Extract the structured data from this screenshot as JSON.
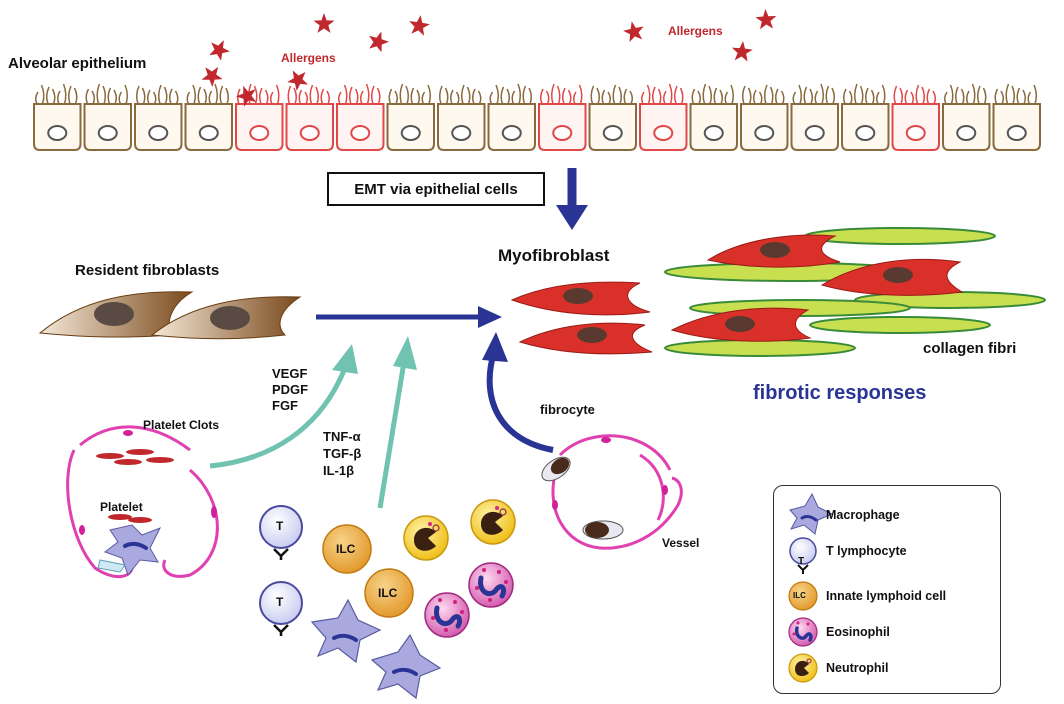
{
  "labels": {
    "alveolar_epithelium": "Alveolar epithelium",
    "allergens_left": "Allergens",
    "allergens_right": "Allergens",
    "emt": "EMT via epithelial cells",
    "myofibroblast": "Myofibroblast",
    "resident_fibroblasts": "Resident fibroblasts",
    "collagen": "collagen fibri",
    "fibrotic": "fibrotic responses",
    "growth_factors": [
      "VEGF",
      "PDGF",
      "FGF"
    ],
    "cytokines": [
      "TNF-α",
      "TGF-β",
      "IL-1β"
    ],
    "platelet_clots": "Platelet Clots",
    "platelet": "Platelet",
    "fibrocyte": "fibrocyte",
    "vessel": "Vessel",
    "t_cell": "T",
    "ilc": "ILC"
  },
  "legend": [
    {
      "key": "macrophage",
      "label": "Macrophage"
    },
    {
      "key": "t_lymphocyte",
      "label": "T lymphocyte",
      "glyph": "T"
    },
    {
      "key": "ilc",
      "label": "Innate lymphoid cell",
      "glyph": "ILC"
    },
    {
      "key": "eosinophil",
      "label": "Eosinophil"
    },
    {
      "key": "neutrophil",
      "label": "Neutrophil"
    }
  ],
  "colors": {
    "epithelium_normal": "#8a6a3c",
    "epithelium_inflamed": "#e04848",
    "allergen": "#c0282d",
    "arrow_navy": "#2a3495",
    "arrow_teal": "#6fc3b0",
    "myofibroblast": "#d9302a",
    "collagen": "#c8e050",
    "fibroblast": "#8a5a2a",
    "vessel": "#e040b0",
    "ilc": "#e7a640",
    "eosinophil": "#cc3399",
    "neutrophil": "#f2c418",
    "macrophage": "#a9a9e0"
  },
  "icons": [
    "star-allergen-icon",
    "t-cell-icon",
    "ilc-icon",
    "eosinophil-icon",
    "neutrophil-icon",
    "macrophage-icon",
    "vessel-icon",
    "platelet-icon"
  ]
}
